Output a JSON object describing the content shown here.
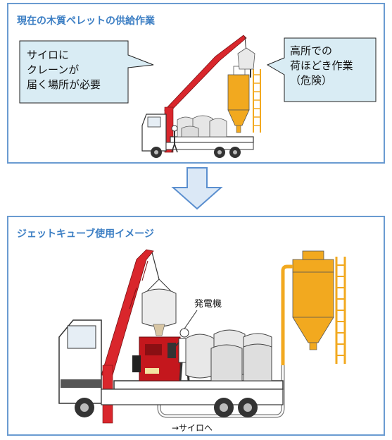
{
  "top_panel": {
    "title": "現在の木質ペレットの供給作業",
    "callout_left": {
      "lines": [
        "サイロに",
        "クレーンが",
        "届く場所が必要"
      ]
    },
    "callout_right": {
      "lines": [
        "高所での",
        "荷ほどき作業",
        "（危険）"
      ]
    }
  },
  "bottom_panel": {
    "title": "ジェットキューブ使用イメージ",
    "generator_label": "発電機",
    "hose_label": "→サイロへ"
  },
  "colors": {
    "panel_border": "#6a9bd1",
    "title_text": "#3d7fc4",
    "callout_fill": "#d9ecf4",
    "crane_red": "#d9262c",
    "silo_orange": "#f2a91f",
    "arrow_fill": "#dbe8f6"
  }
}
